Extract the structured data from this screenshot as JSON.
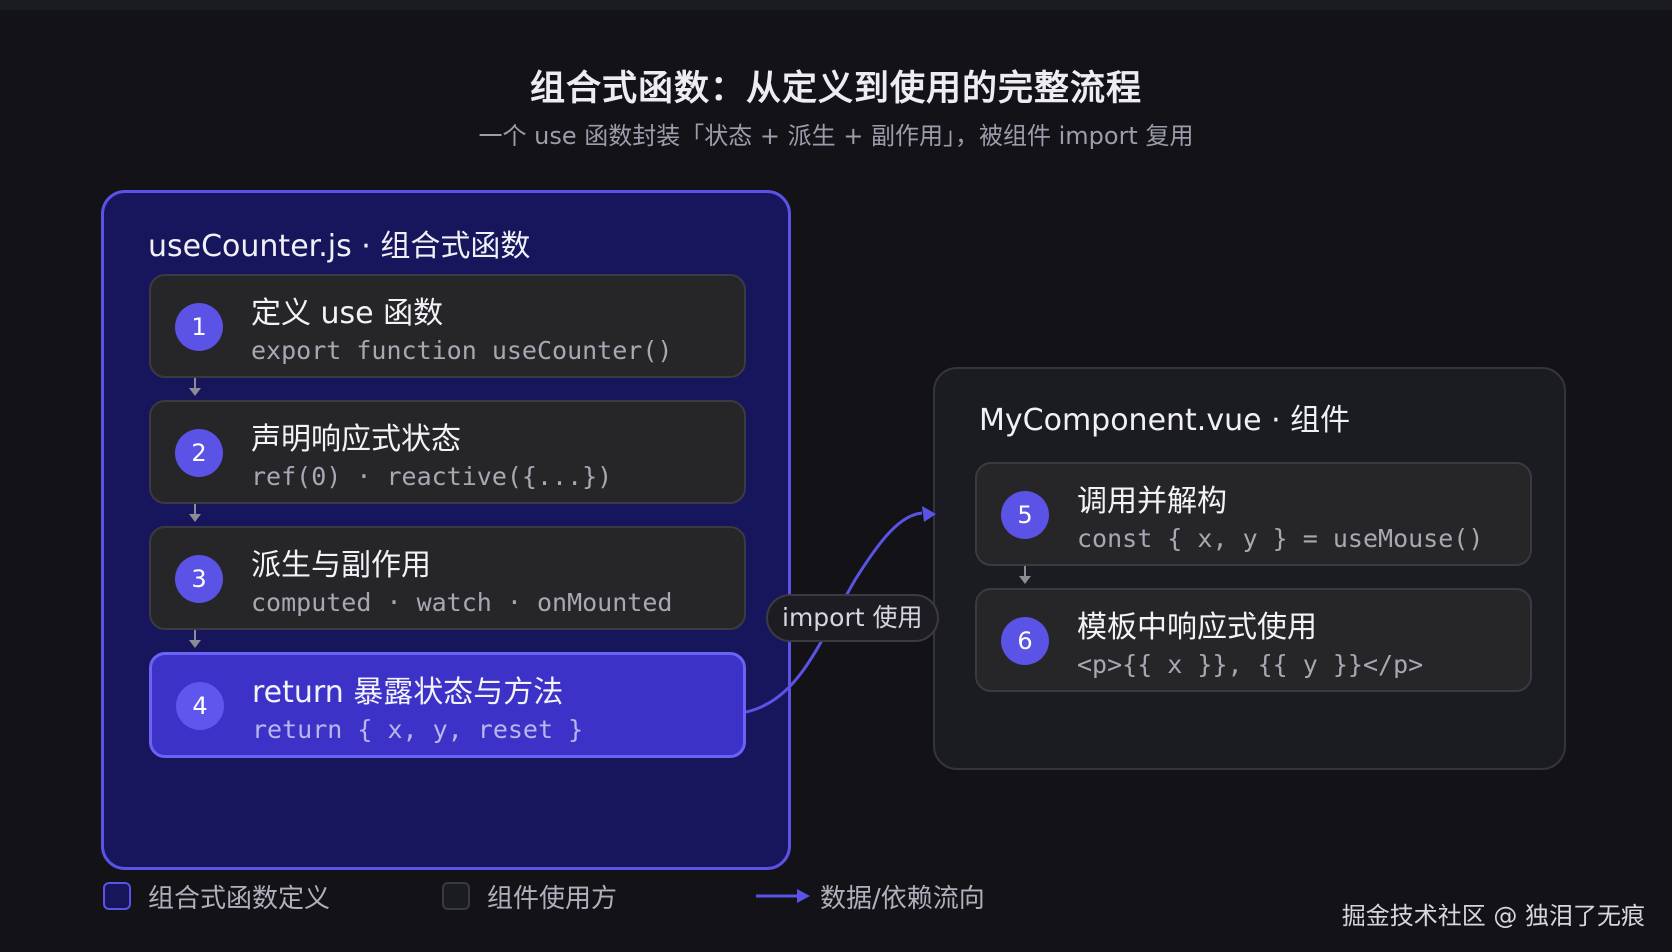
{
  "title": "组合式函数：从定义到使用的完整流程",
  "subtitle": "一个 use 函数封装「状态 + 派生 + 副作用」，被组件 import 复用",
  "left_panel": {
    "title": "useCounter.js · 组合式函数",
    "steps": [
      {
        "number": "1",
        "title": "定义 use 函数",
        "code": "export function useCounter()"
      },
      {
        "number": "2",
        "title": "声明响应式状态",
        "code": "ref(0) · reactive({...})"
      },
      {
        "number": "3",
        "title": "派生与副作用",
        "code": "computed · watch · onMounted"
      },
      {
        "number": "4",
        "title": "return 暴露状态与方法",
        "code": "return { x, y, reset }"
      }
    ]
  },
  "right_panel": {
    "title": "MyComponent.vue · 组件",
    "steps": [
      {
        "number": "5",
        "title": "调用并解构",
        "code": "const { x, y } = useMouse()"
      },
      {
        "number": "6",
        "title": "模板中响应式使用",
        "code": "<p>{{ x }}, {{ y }}</p>"
      }
    ]
  },
  "connector": {
    "label": "import 使用"
  },
  "legend": {
    "definition": "组合式函数定义",
    "consumer": "组件使用方",
    "flow": "数据/依赖流向"
  },
  "watermark": "掘金技术社区 @ 独泪了无痕",
  "colors": {
    "background": "#121217",
    "accent": "#5b52e6",
    "definition_panel": "#17165c",
    "highlight_step": "#3c32c8",
    "consumer_panel": "#1b1b22"
  }
}
